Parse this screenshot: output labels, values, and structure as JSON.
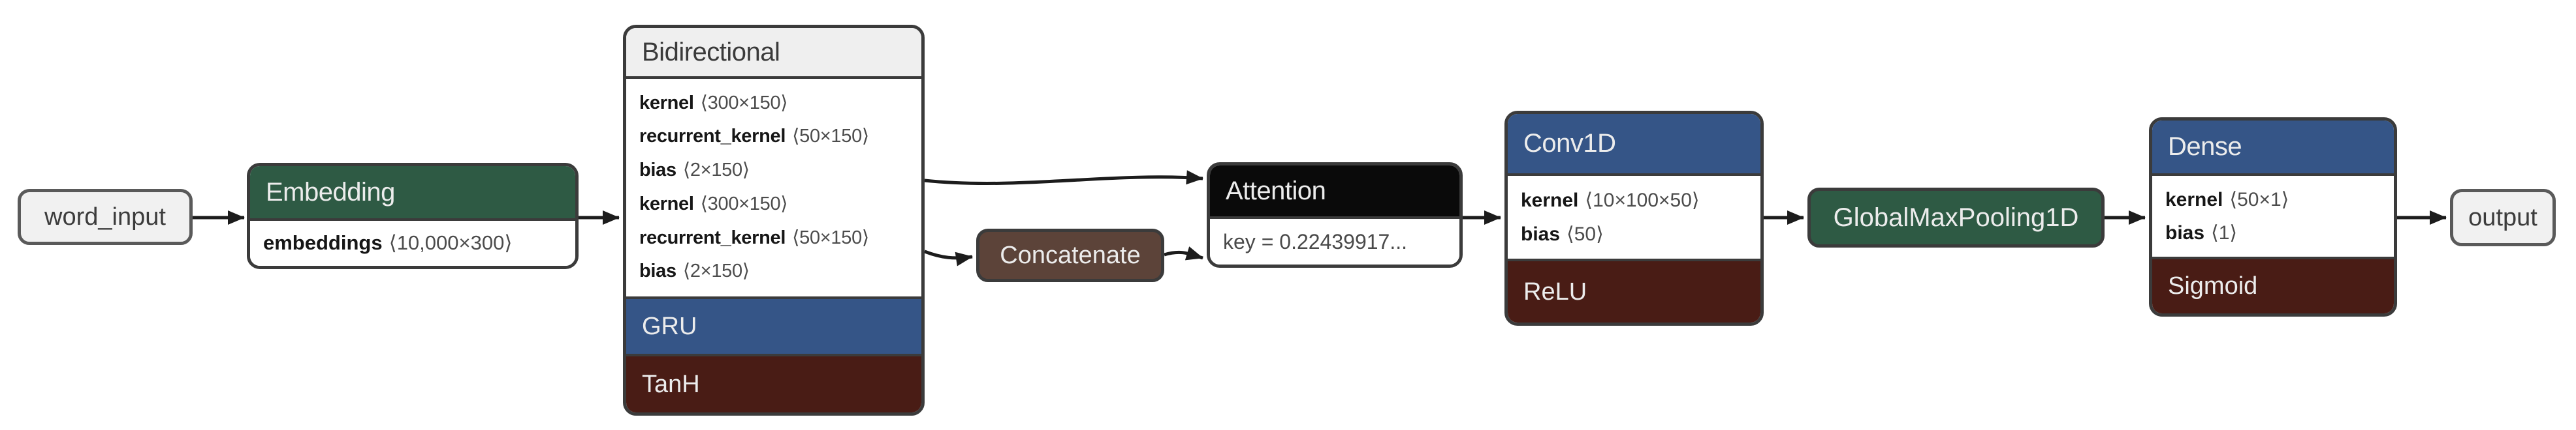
{
  "colors": {
    "canvas": "#ffffff",
    "line": "#1c1c1c",
    "border": "#3b3b3b",
    "io_fill": "#f1f1f1",
    "io_border": "#5a5a5a",
    "io_text": "#3c3c3c",
    "header_gray": "#efefef",
    "header_gray_text": "#3a3a3a",
    "green": "#2e5a44",
    "blue": "#355587",
    "dark_red": "#491c15",
    "brown": "#5c4339",
    "black_header": "#0a0a0a",
    "light_text": "#ececec",
    "row_name": "#161616",
    "row_dims": "#4c4c4c",
    "key_text": "#4a4a4a"
  },
  "nodes": {
    "word_input": {
      "label": "word_input"
    },
    "embedding": {
      "title": "Embedding",
      "rows": [
        {
          "name": "embeddings",
          "dims": "⟨10,000×300⟩"
        }
      ]
    },
    "bidirectional": {
      "title": "Bidirectional",
      "rows": [
        {
          "name": "kernel",
          "dims": "⟨300×150⟩"
        },
        {
          "name": "recurrent_kernel",
          "dims": "⟨50×150⟩"
        },
        {
          "name": "bias",
          "dims": "⟨2×150⟩"
        },
        {
          "name": "kernel",
          "dims": "⟨300×150⟩"
        },
        {
          "name": "recurrent_kernel",
          "dims": "⟨50×150⟩"
        },
        {
          "name": "bias",
          "dims": "⟨2×150⟩"
        }
      ],
      "wrapped_layer": "GRU",
      "activation": "TanH"
    },
    "concatenate": {
      "label": "Concatenate"
    },
    "attention": {
      "title": "Attention",
      "rows": [
        {
          "text": "key = 0.22439917..."
        }
      ]
    },
    "conv1d": {
      "title": "Conv1D",
      "rows": [
        {
          "name": "kernel",
          "dims": "⟨10×100×50⟩"
        },
        {
          "name": "bias",
          "dims": "⟨50⟩"
        }
      ],
      "activation": "ReLU"
    },
    "globalmaxpooling1d": {
      "label": "GlobalMaxPooling1D"
    },
    "dense": {
      "title": "Dense",
      "rows": [
        {
          "name": "kernel",
          "dims": "⟨50×1⟩"
        },
        {
          "name": "bias",
          "dims": "⟨1⟩"
        }
      ],
      "activation": "Sigmoid"
    },
    "output": {
      "label": "output"
    }
  }
}
